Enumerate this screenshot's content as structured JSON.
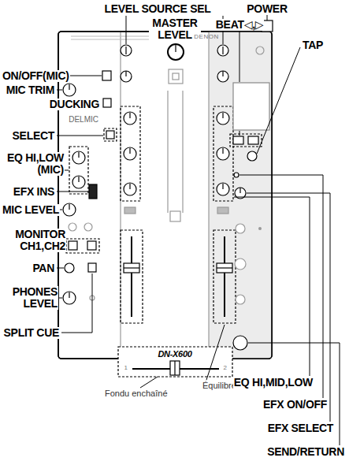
{
  "diagram": {
    "labels": [
      "LEVEL SOURCE SEL",
      "POWER",
      "MASTER LEVEL",
      "BEAT◁,▷",
      "TAP",
      "ON/OFF(MIC)",
      "MIC TRIM",
      "DUCKING",
      "DELMIC",
      "SELECT",
      "EQ HI,LOW (MIC)",
      "EFX INS",
      "MIC LEVEL",
      "MONITOR CH1,CH2",
      "PAN",
      "PHONES LEVEL",
      "SPLIT CUE",
      "Équilibreur de canal",
      "Fondu enchaîné",
      "EQ HI,MID,LOW",
      "EFX ON/OFF",
      "EFX SELECT",
      "SEND/RETURN",
      "DENON",
      "DN-X600",
      "1",
      "2"
    ]
  }
}
